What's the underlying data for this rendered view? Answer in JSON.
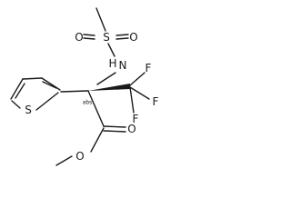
{
  "molecule": {
    "atoms": {
      "S_sulfonyl": "S",
      "O_sulfonyl_left": "O",
      "O_sulfonyl_right": "O",
      "N_amide": "N",
      "H_amide": "H",
      "S_thiophene": "S",
      "F_top": "F",
      "F_right": "F",
      "F_bottom": "F",
      "O_carbonyl": "O",
      "O_ester": "O"
    },
    "stereo_label": "abs"
  }
}
